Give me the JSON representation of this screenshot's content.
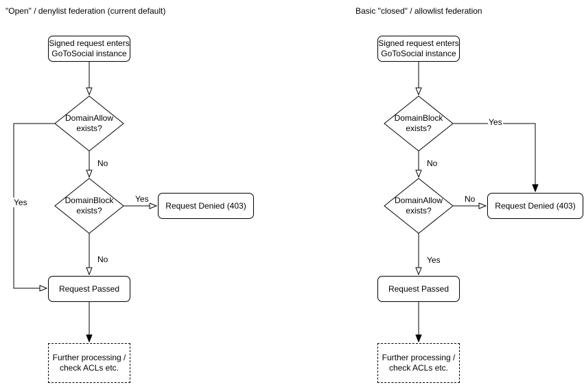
{
  "diagram": {
    "colors": {
      "stroke": "#000000",
      "background": "#ffffff",
      "text": "#000000"
    },
    "left": {
      "title": "\"Open\" / denylist federation (current default)",
      "nodes": {
        "start": {
          "line1": "Signed request enters",
          "line2": "GoToSocial instance"
        },
        "decision1": {
          "line1": "DomainAllow",
          "line2": "exists?"
        },
        "decision2": {
          "line1": "DomainBlock",
          "line2": "exists?"
        },
        "denied": "Request Denied (403)",
        "passed": "Request Passed",
        "further": {
          "line1": "Further processing /",
          "line2": "check ACLs etc."
        }
      },
      "labels": {
        "d1_yes": "Yes",
        "d1_no": "No",
        "d2_yes": "Yes",
        "d2_no": "No"
      }
    },
    "right": {
      "title": "Basic \"closed\" / allowlist federation",
      "nodes": {
        "start": {
          "line1": "Signed request enters",
          "line2": "GoToSocial instance"
        },
        "decision1": {
          "line1": "DomainBlock",
          "line2": "exists?"
        },
        "decision2": {
          "line1": "DomainAllow",
          "line2": "exists?"
        },
        "denied": "Request Denied (403)",
        "passed": "Request Passed",
        "further": {
          "line1": "Further processing /",
          "line2": "check ACLs etc."
        }
      },
      "labels": {
        "d1_yes": "Yes",
        "d1_no": "No",
        "d2_no": "No",
        "d2_yes": "Yes"
      }
    }
  }
}
